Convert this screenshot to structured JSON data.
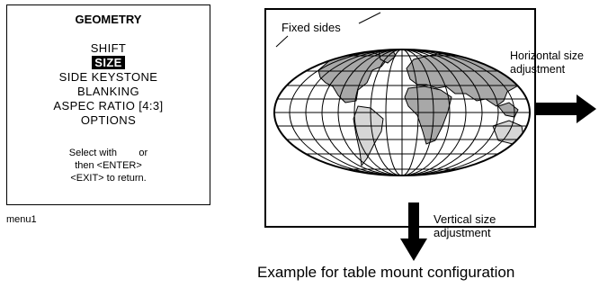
{
  "menu": {
    "title": "GEOMETRY",
    "items": [
      "SHIFT",
      "SIZE",
      "SIDE KEYSTONE",
      "BLANKING",
      "ASPEC RATIO [4:3]",
      "OPTIONS"
    ],
    "selected_index": 1,
    "help_lines": [
      "Select with        or",
      "then <ENTER>",
      "<EXIT> to return."
    ]
  },
  "menu_caption": "menu1",
  "diagram": {
    "fixed_sides_label": "Fixed sides",
    "horizontal_label_line1": "Horizontal size",
    "horizontal_label_line2": "adjustment",
    "vertical_label_line1": "Vertical size",
    "vertical_label_line2": "adjustment",
    "example_caption": "Example for table mount configuration",
    "land_color": "#a8a8a8",
    "arrow_color": "#000000"
  }
}
